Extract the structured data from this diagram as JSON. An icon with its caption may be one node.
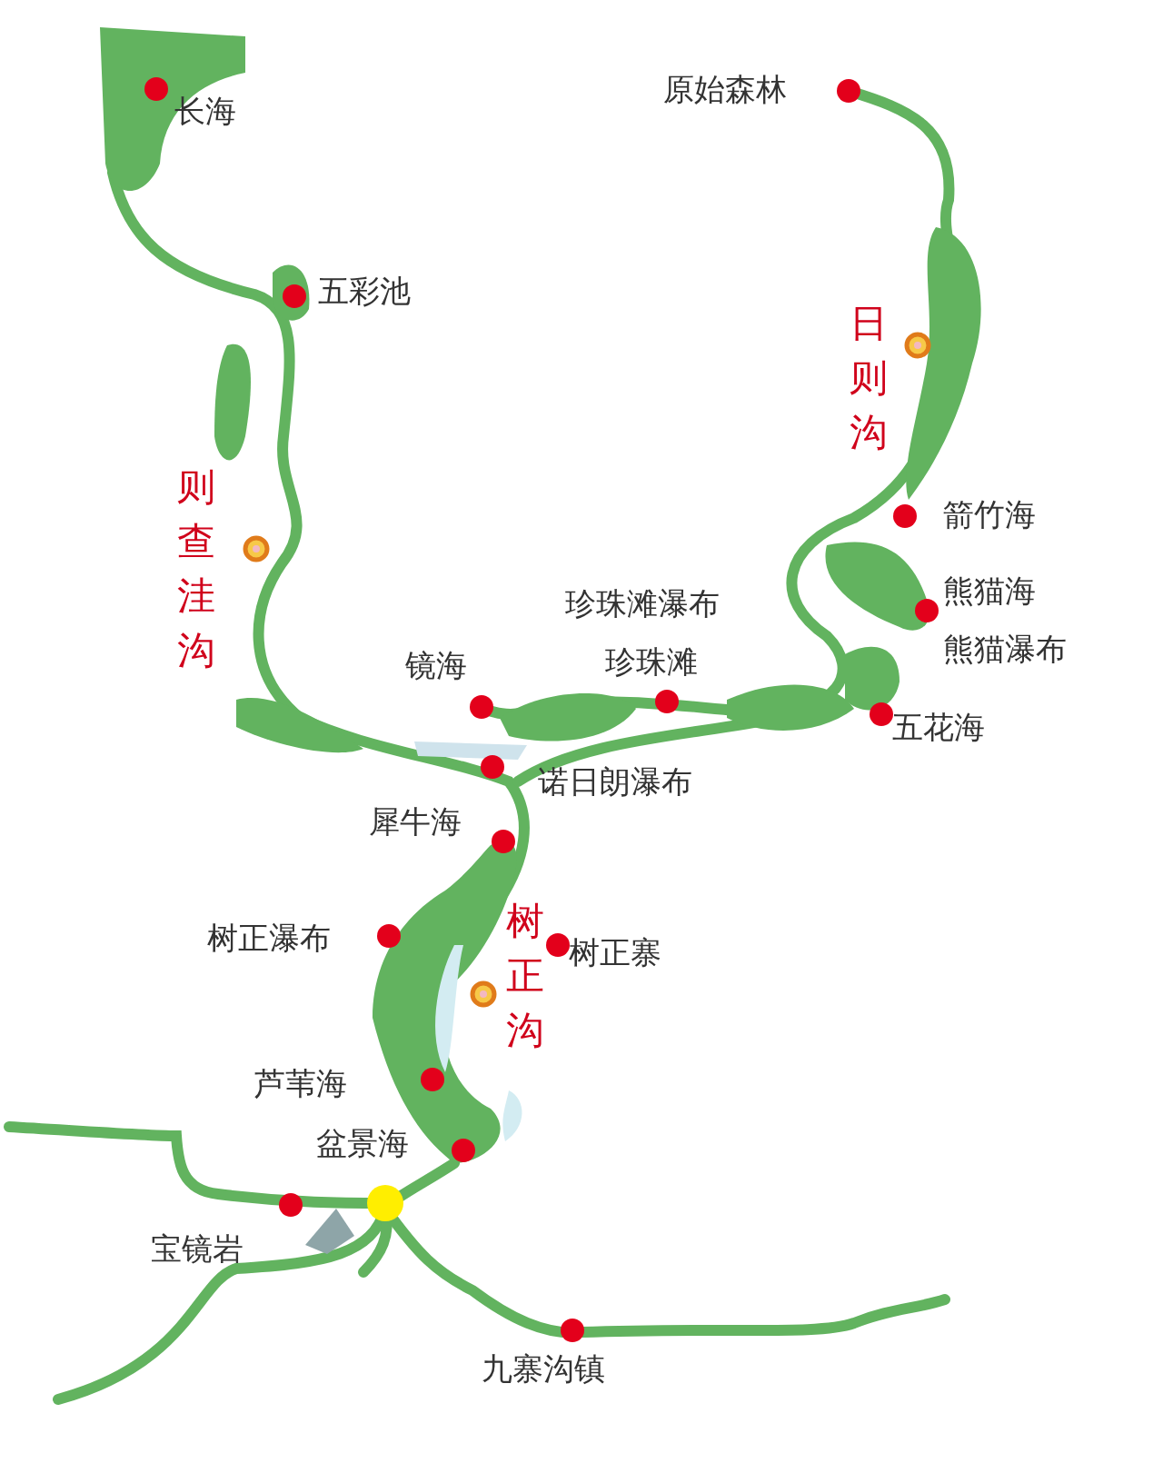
{
  "diagram": {
    "labels": [
      "长海",
      "原始森林",
      "五彩池",
      "日则沟",
      "则查洼沟",
      "箭竹海",
      "熊猫海",
      "熊猫瀑布",
      "珍珠滩瀑布",
      "镜海",
      "珍珠滩",
      "五花海",
      "诺日朗瀑布",
      "犀牛海",
      "树正瀑布",
      "树正寨",
      "树正沟",
      "芦苇海",
      "盆景海",
      "宝镜岩",
      "九寨沟镇"
    ]
  }
}
